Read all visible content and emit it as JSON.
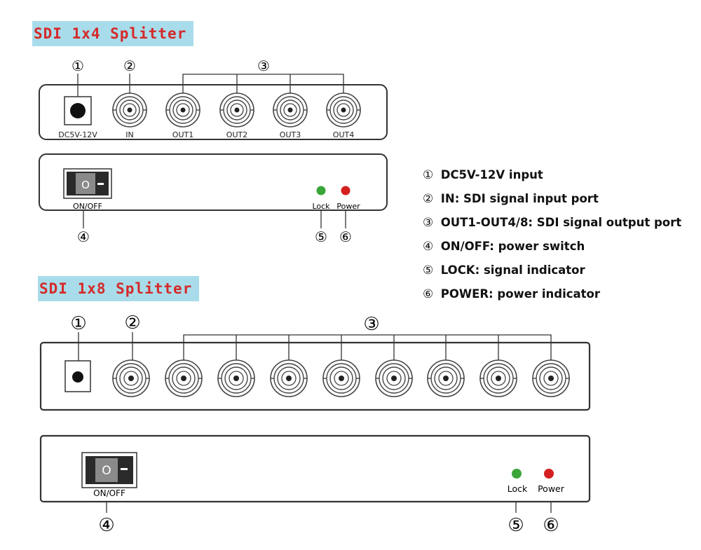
{
  "splitter_1x4": {
    "title": "SDI 1x4 Splitter",
    "front_labels": [
      "DC5V-12V",
      "IN",
      "OUT1",
      "OUT2",
      "OUT3",
      "OUT4"
    ],
    "switch_label": "ON/OFF",
    "switch_glyph": "O",
    "lock_label": "Lock",
    "power_label": "Power",
    "callouts": [
      "①",
      "②",
      "③",
      "④",
      "⑤",
      "⑥"
    ]
  },
  "splitter_1x8": {
    "title": "SDI 1x8 Splitter",
    "switch_label": "ON/OFF",
    "switch_glyph": "O",
    "lock_label": "Lock",
    "power_label": "Power",
    "callouts": [
      "①",
      "②",
      "③",
      "④",
      "⑤",
      "⑥"
    ]
  },
  "legend": [
    {
      "num": "①",
      "text": "DC5V-12V input"
    },
    {
      "num": "②",
      "text": "IN: SDI signal input port"
    },
    {
      "num": "③",
      "text": "OUT1-OUT4/8: SDI signal output port"
    },
    {
      "num": "④",
      "text": "ON/OFF: power switch"
    },
    {
      "num": "⑤",
      "text": "LOCK: signal indicator"
    },
    {
      "num": "⑥",
      "text": "POWER: power indicator"
    }
  ],
  "colors": {
    "lock_led": "#3aa63a",
    "power_led": "#d42020",
    "title_bg": "#a9dcea",
    "title_text": "#d42a2a"
  }
}
